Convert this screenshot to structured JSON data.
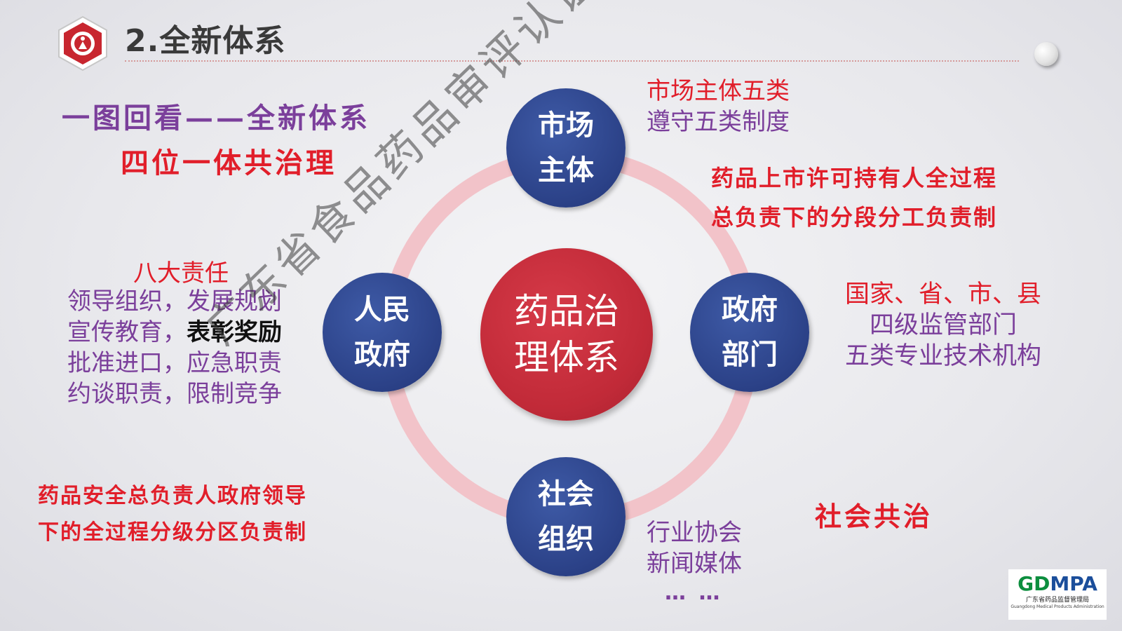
{
  "header": {
    "title": "2.全新体系"
  },
  "headings": {
    "line1": "一图回看——全新体系",
    "line2": "四位一体共治理"
  },
  "diagram": {
    "center": [
      "药品治",
      "理体系"
    ],
    "nodes": {
      "top": [
        "市场",
        "主体"
      ],
      "left": [
        "人民",
        "政府"
      ],
      "right": [
        "政府",
        "部门"
      ],
      "bottom": [
        "社会",
        "组织"
      ]
    }
  },
  "market": {
    "line1": "市场主体五类",
    "line2": "遵守五类制度"
  },
  "market_rule": {
    "line1": "药品上市许可持有人全过程",
    "line2": "总负责下的分段分工负责制"
  },
  "responsibilities": {
    "title": "八大责任",
    "row1": "领导组织，发展规划",
    "row2a": "宣传教育，",
    "row2b": "表彰奖励",
    "row3": "批准进口，应急职责",
    "row4": "约谈职责，限制竞争"
  },
  "gov_dept": {
    "line1": "国家、省、市、县",
    "line2": "四级监管部门",
    "line3": "五类专业技术机构"
  },
  "gov_rule": {
    "line1": "药品安全总负责人政府领导",
    "line2": "下的全过程分级分区负责制"
  },
  "society": {
    "title": "社会共治",
    "line1": "行业协会",
    "line2": "新闻媒体",
    "ellipsis": "…  …"
  },
  "watermark": "广东省食品药品审评认证技术协会",
  "footer_logo": {
    "brand_g": "GD",
    "brand_b": "MPA",
    "sub": "广东省药品监督管理局",
    "sub_en": "Guangdong Medical Products Administration"
  },
  "colors": {
    "accent_red": "#e11e2a",
    "accent_purple": "#7b3f9b",
    "node_blue": "#2b4187",
    "center_red": "#c12a38",
    "ring_pink": "#f2c3c9"
  }
}
